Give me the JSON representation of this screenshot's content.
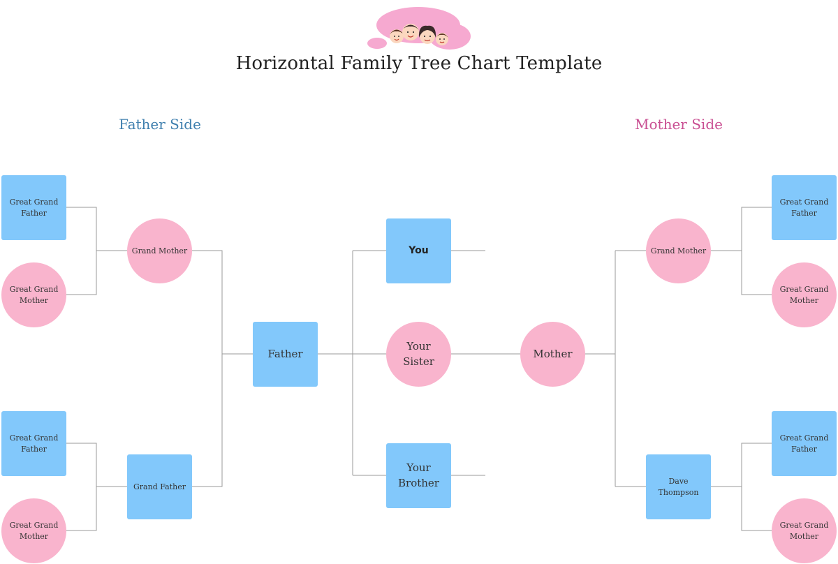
{
  "title": "Horizontal Family Tree Chart Template",
  "sides": {
    "father": "Father Side",
    "mother": "Mother Side"
  },
  "nodes": {
    "f_gg_father_top": "Great Grand Father",
    "f_gg_mother_top": "Great Grand Mother",
    "f_gg_father_bottom": "Great Grand Father",
    "f_gg_mother_bottom": "Great Grand Mother",
    "f_grand_mother": "Grand Mother",
    "f_grand_father": "Grand Father",
    "father": "Father",
    "you": "You",
    "sister": "Your Sister",
    "brother": "Your Brother",
    "mother": "Mother",
    "m_grand_mother": "Grand Mother",
    "m_grand_father": "Dave Thompson",
    "m_gg_father_top": "Great Grand Father",
    "m_gg_mother_top": "Great Grand Mother",
    "m_gg_father_bottom": "Great Grand Father",
    "m_gg_mother_bottom": "Great Grand Mother"
  },
  "colors": {
    "male_box": "#82c8fb",
    "female_circle": "#f9b4cd",
    "father_side_label": "#3f7fae",
    "mother_side_label": "#c94f92",
    "connector": "#999999"
  },
  "icons": {
    "logo": "family-faces-icon"
  }
}
